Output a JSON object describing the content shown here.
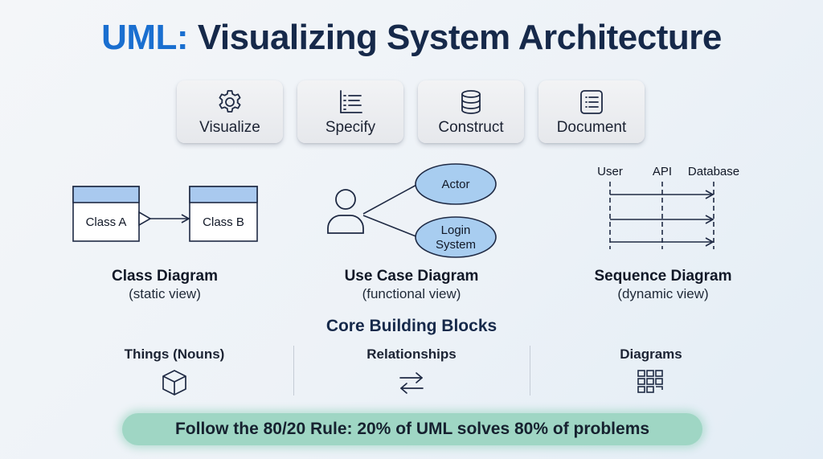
{
  "title": {
    "accent": "UML:",
    "rest": "Visualizing System Architecture"
  },
  "purposes": [
    {
      "label": "Visualize",
      "icon": "gear-icon"
    },
    {
      "label": "Specify",
      "icon": "list-icon"
    },
    {
      "label": "Construct",
      "icon": "database-icon"
    },
    {
      "label": "Document",
      "icon": "document-icon"
    }
  ],
  "class_diagram": {
    "class_a": "Class A",
    "class_b": "Class B",
    "title": "Class Diagram",
    "subtitle": "(static view)",
    "header_color": "#a9c9ef"
  },
  "use_case_diagram": {
    "use_case_1": "Actor",
    "use_case_2_line1": "Login",
    "use_case_2_line2": "System",
    "title": "Use Case Diagram",
    "subtitle": "(functional view)",
    "ellipse_color": "#a8cdf0",
    "actor_icon": "person-icon"
  },
  "sequence_diagram": {
    "participants": [
      "User",
      "API",
      "Database"
    ],
    "title": "Sequence Diagram",
    "subtitle": "(dynamic view)"
  },
  "core_blocks": {
    "title": "Core Building Blocks",
    "items": [
      {
        "label": "Things (Nouns)",
        "icon": "cube-icon"
      },
      {
        "label": "Relationships",
        "icon": "swap-arrows-icon"
      },
      {
        "label": "Diagrams",
        "icon": "grid-icon"
      }
    ]
  },
  "banner": {
    "text": "Follow the 80/20 Rule: 20% of UML solves 80% of problems",
    "color": "#9fd6c4"
  },
  "colors": {
    "accent": "#1a6fd0",
    "title_dark": "#16294a",
    "stroke": "#1f2a44"
  }
}
